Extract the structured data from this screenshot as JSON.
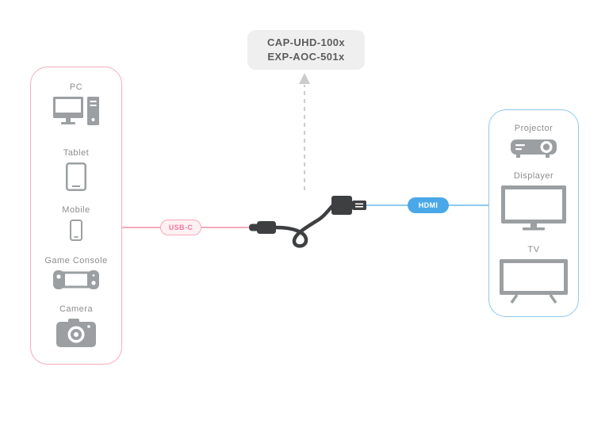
{
  "title_box": {
    "line1": "CAP-UHD-100x",
    "line2": "EXP-AOC-501x"
  },
  "source_group": {
    "items": [
      {
        "label": "PC",
        "icon": "pc-icon"
      },
      {
        "label": "Tablet",
        "icon": "tablet-icon"
      },
      {
        "label": "Mobile",
        "icon": "mobile-icon"
      },
      {
        "label": "Game Console",
        "icon": "game-console-icon"
      },
      {
        "label": "Camera",
        "icon": "camera-icon"
      }
    ]
  },
  "display_group": {
    "items": [
      {
        "label": "Projector",
        "icon": "projector-icon"
      },
      {
        "label": "Displayer",
        "icon": "displayer-icon"
      },
      {
        "label": "TV",
        "icon": "tv-icon"
      }
    ]
  },
  "connections": {
    "usb_c_label": "USB-C",
    "hdmi_label": "HDMI"
  },
  "colors": {
    "pink_accent": "#f2789a",
    "pink_line": "#f6aabc",
    "blue_accent": "#4aa8e8",
    "blue_line": "#8ec8ef",
    "icon_gray": "#9b9fa1",
    "label_gray": "#8d8d8d",
    "cable_dark": "#3d3f41",
    "product_box_bg": "#efefef",
    "product_text": "#5c5c5c",
    "arrow_gray": "#cccccc"
  }
}
